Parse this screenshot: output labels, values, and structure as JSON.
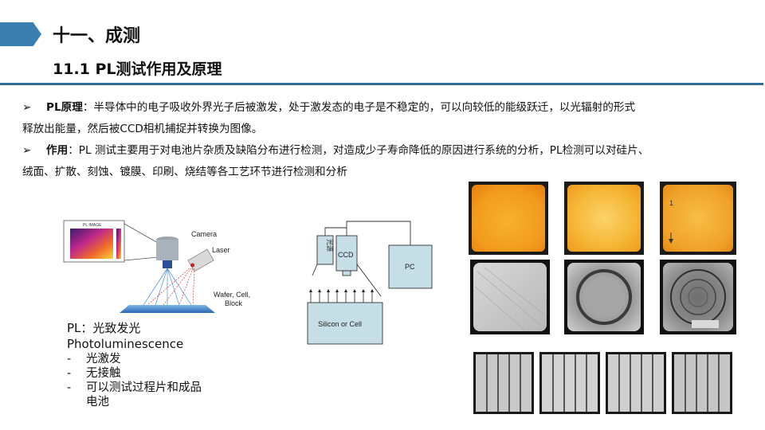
{
  "header": {
    "section_title": "十一、成测",
    "sub_title": "11.1 PL测试作用及原理"
  },
  "bullets": [
    {
      "marker": "➢",
      "term": "PL原理",
      "text_line1": "：半导体中的电子吸收外界光子后被激发，处于激发态的电子是不稳定的，可以向较低的能级跃迁，以光辐射的形式",
      "text_line2": "释放出能量，然后被CCD相机捕捉并转换为图像。"
    },
    {
      "marker": "➢",
      "term": "作用",
      "text_line1": "：PL 测试主要用于对电池片杂质及缺陷分布进行检测，对造成少子寿命降低的原因进行系统的分析，PL检测可以对硅片、",
      "text_line2": "绒面、扩散、刻蚀、镀膜、印刷、烧结等各工艺环节进行检测和分析"
    }
  ],
  "setup_diagram": {
    "inset_label": "PL IMAGE",
    "camera_label": "Camera",
    "laser_label": "Laser",
    "wafer_label_line1": "Wafer, Cell,",
    "wafer_label_line2": "Block",
    "caption_line1": "PL：光致发光",
    "caption_line2": "Photoluminescence",
    "features": [
      {
        "dash": "-",
        "text": "光激发"
      },
      {
        "dash": "-",
        "text": "无接触"
      },
      {
        "dash": "-",
        "text": "可以测试过程片和成品"
      },
      {
        "dash": "",
        "text": "电池"
      }
    ]
  },
  "schematic": {
    "light_box_label": "光源",
    "ccd_label": "CCD",
    "pc_label": "PC",
    "sample_label": "Silicon or Cell"
  },
  "colors": {
    "accent_blue": "#3a7fb0",
    "rule_blue": "#2f6b94",
    "pl_orange": "#f0981c",
    "schematic_fill": "#c6dfe6"
  },
  "image_panel": {
    "corner_marker_text": "1"
  }
}
